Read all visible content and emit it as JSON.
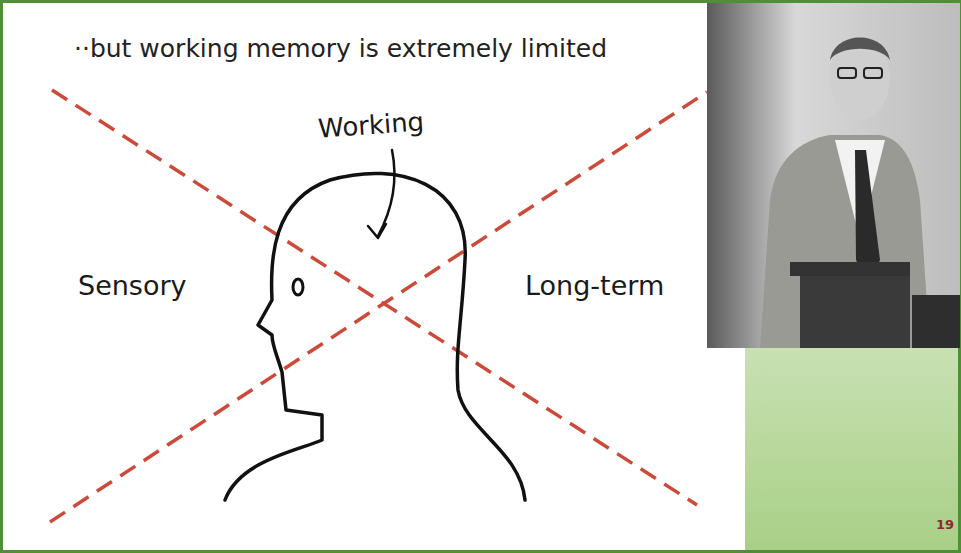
{
  "diagram": {
    "title": "··but working memory is extremely limited",
    "labels": [
      "Working",
      "Sensory",
      "Long-term",
      "19"
    ]
  }
}
